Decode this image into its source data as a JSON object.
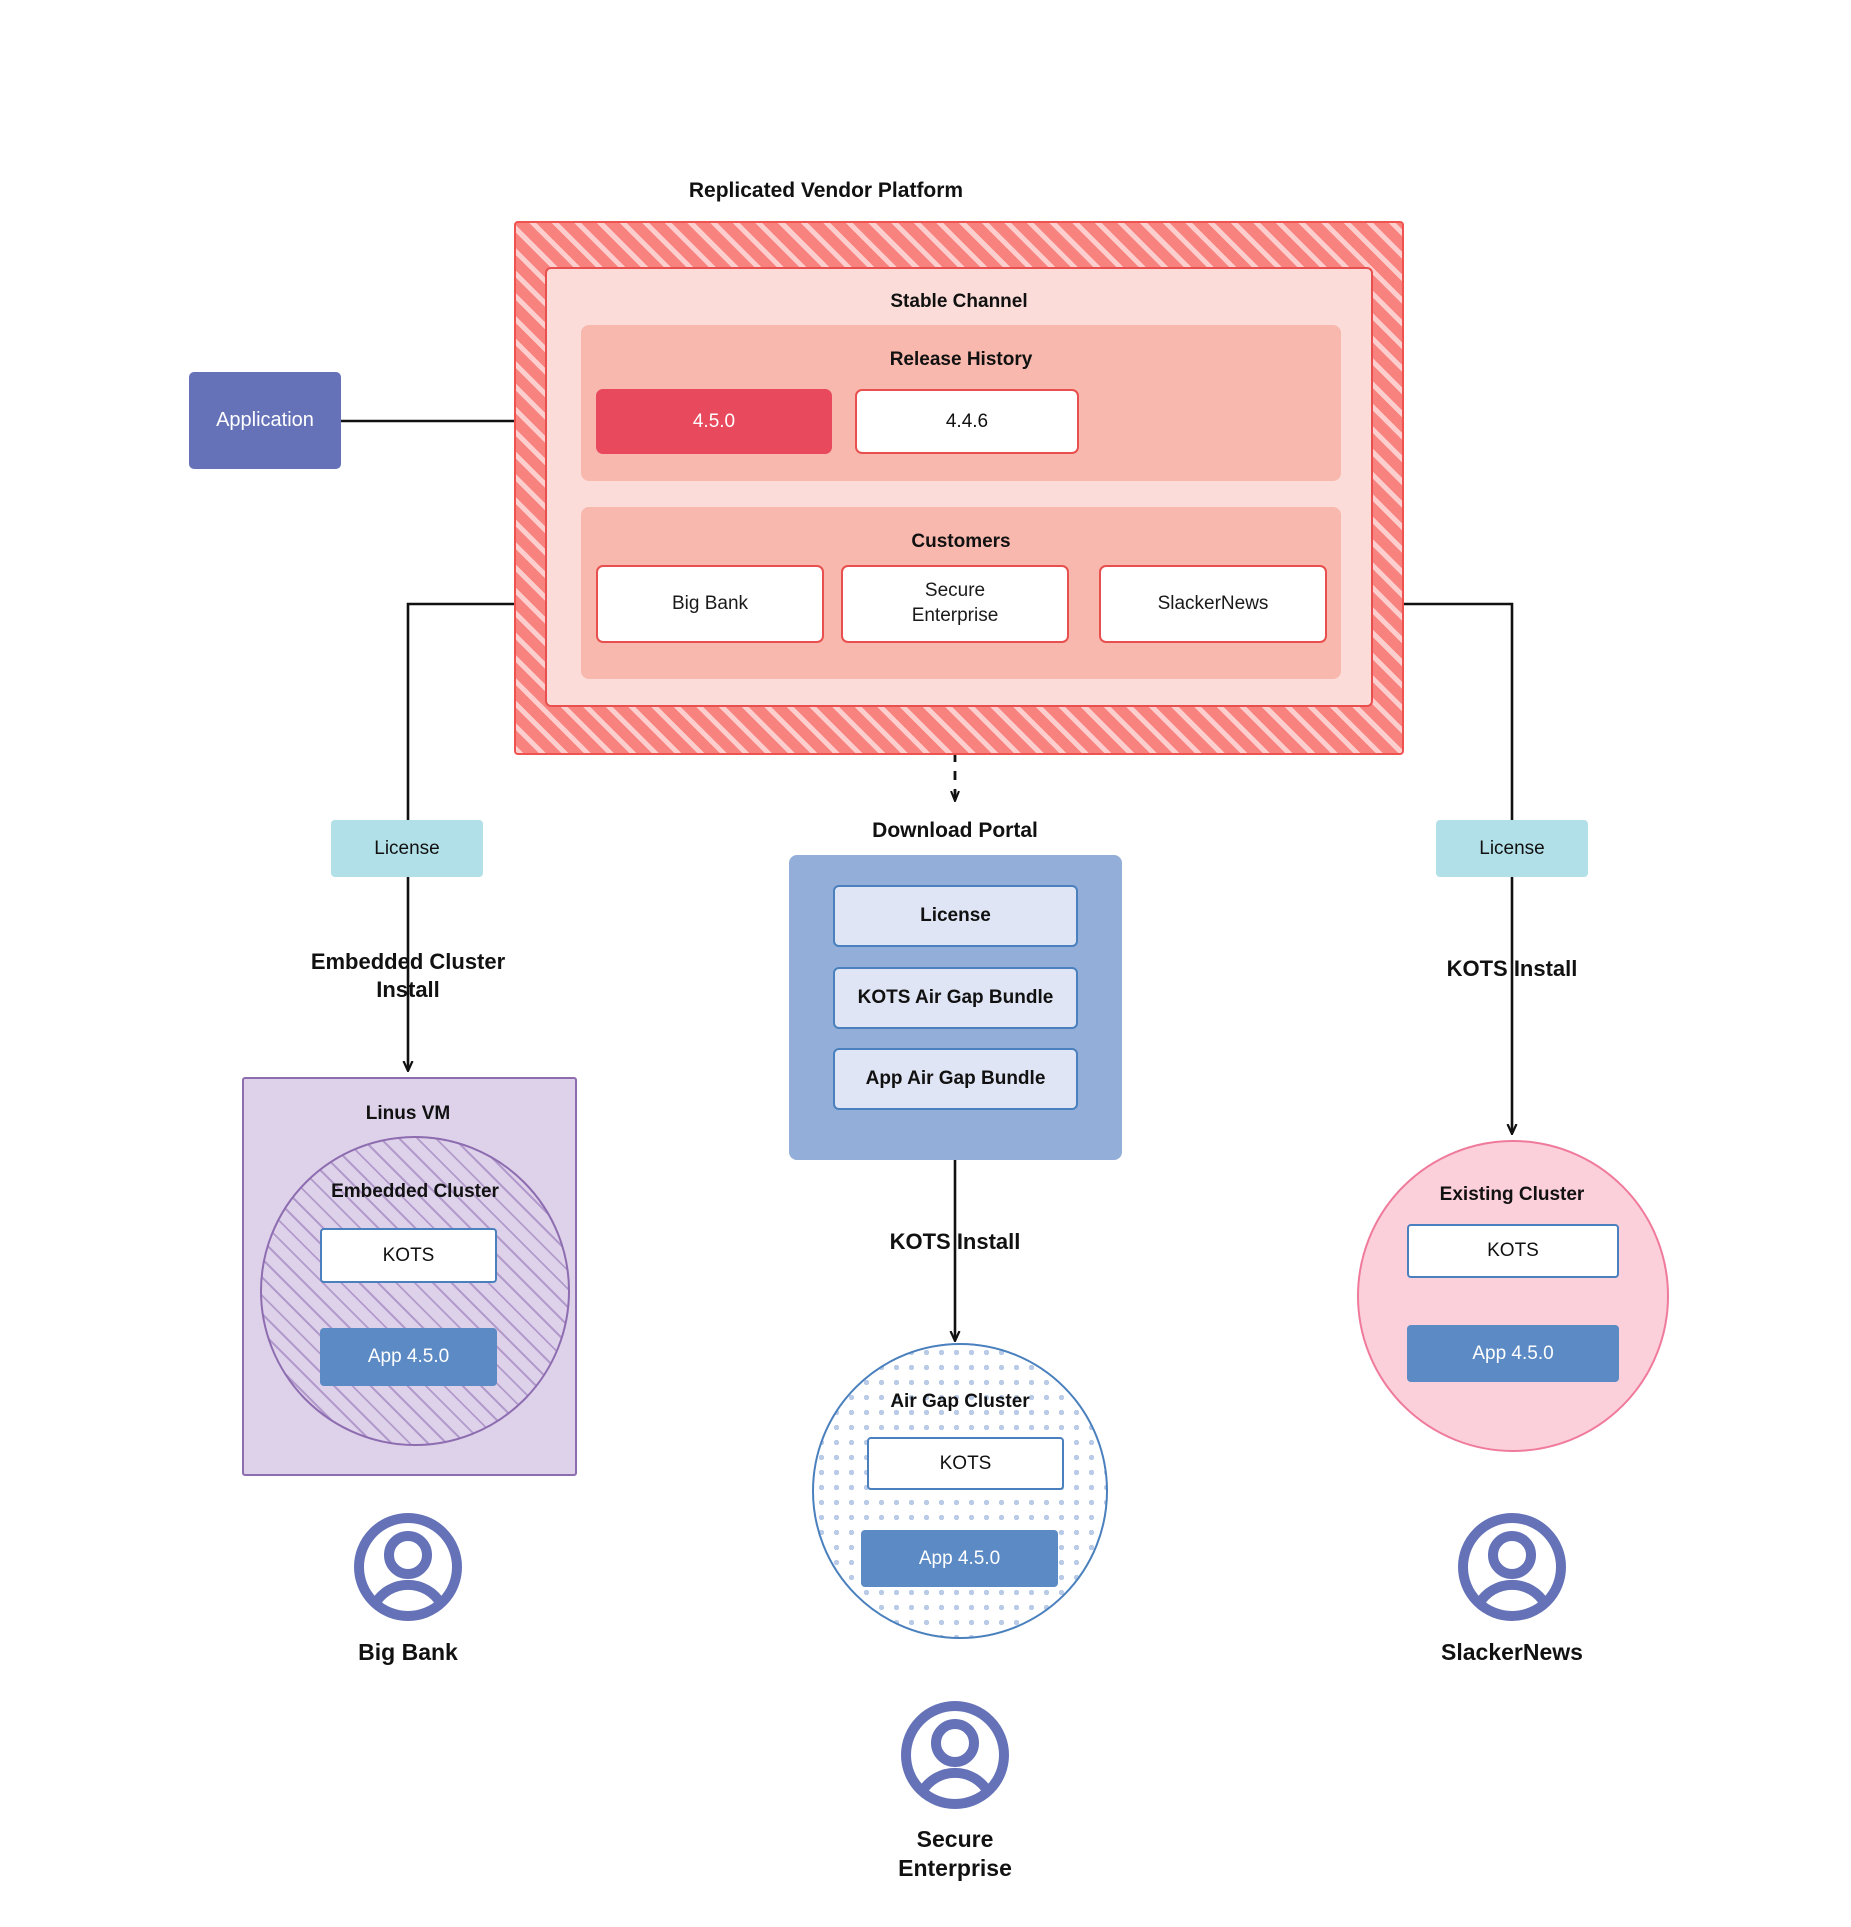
{
  "diagram": {
    "title": "Replicated Vendor Platform",
    "colors": {
      "platform_hatch": "#f8827e",
      "platform_border": "#ef5350",
      "channel_bg": "#fbdcd8",
      "subpanel_bg": "#f8b8ad",
      "release_current": "#e8495c",
      "application": "#6572b8",
      "license": "#b2e0e8",
      "vm": "#ddd2ea",
      "vm_border": "#8e6cb0",
      "kots_border": "#4a80bd",
      "app_version_box": "#5b8ac4",
      "portal": "#93aed9",
      "portal_item": "#dfe5f5",
      "existing_cluster": "#fbd0da",
      "existing_cluster_border": "#ef7a9b",
      "avatar": "#6572b8"
    }
  },
  "application": {
    "label": "Application"
  },
  "platform": {
    "channel": {
      "label": "Stable Channel"
    },
    "release_history": {
      "label": "Release History",
      "releases": [
        {
          "version": "4.5.0",
          "state": "current"
        },
        {
          "version": "4.4.6",
          "state": "previous"
        }
      ]
    },
    "customers": {
      "label": "Customers",
      "items": [
        {
          "name": "Big Bank"
        },
        {
          "name": "Secure\nEnterprise"
        },
        {
          "name": "SlackerNews"
        }
      ]
    }
  },
  "branches": {
    "left": {
      "license_label": "License",
      "install_label": "Embedded Cluster\nInstall",
      "vm_label": "Linus VM",
      "cluster_label": "Embedded Cluster",
      "kots_label": "KOTS",
      "app_label": "App 4.5.0",
      "customer_label": "Big Bank"
    },
    "middle": {
      "portal_title": "Download  Portal",
      "portal_items": [
        {
          "label": "License"
        },
        {
          "label": "KOTS Air Gap Bundle"
        },
        {
          "label": "App Air Gap Bundle"
        }
      ],
      "install_label": "KOTS Install",
      "cluster_label": "Air Gap Cluster",
      "kots_label": "KOTS",
      "app_label": "App 4.5.0",
      "customer_label": "Secure\nEnterprise"
    },
    "right": {
      "license_label": "License",
      "install_label": "KOTS Install",
      "cluster_label": "Existing Cluster",
      "kots_label": "KOTS",
      "app_label": "App 4.5.0",
      "customer_label": "SlackerNews"
    }
  }
}
